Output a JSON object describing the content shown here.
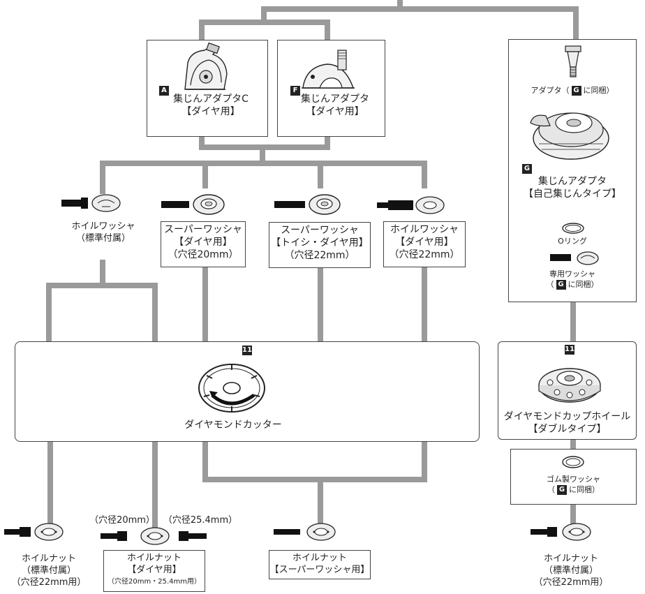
{
  "dust_adapter_c": {
    "badge": "A",
    "name": "集じんアダプタC",
    "sub": "【ダイヤ用】"
  },
  "dust_adapter": {
    "badge": "F",
    "name": "集じんアダプタ",
    "sub": "【ダイヤ用】"
  },
  "adapter_g": {
    "pre": "アダプタ（",
    "badge": "G",
    "post": "に同梱）"
  },
  "self_dust_adapter": {
    "badge": "G",
    "name": "集じんアダプタ",
    "sub": "【自己集じんタイプ】"
  },
  "o_ring": {
    "name": "Oリング"
  },
  "special_washer": {
    "name": "専用ワッシャ",
    "pre": "（",
    "badge": "G",
    "post": "に同梱）"
  },
  "wheel_washer_std": {
    "name": "ホイルワッシャ",
    "sub": "（標準付属）"
  },
  "super_washer_dia": {
    "name": "スーパーワッシャ",
    "sub": "【ダイヤ用】",
    "hole": "（穴径20mm）"
  },
  "super_washer_toishi": {
    "name": "スーパーワッシャ",
    "sub": "【トイシ・ダイヤ用】",
    "hole": "（穴径22mm）"
  },
  "wheel_washer_dia": {
    "name": "ホイルワッシャ",
    "sub": "【ダイヤ用】",
    "hole": "（穴径22mm）"
  },
  "diamond_cutter": {
    "badge": "11",
    "name": "ダイヤモンドカッター"
  },
  "diamond_cup": {
    "badge": "11",
    "name": "ダイヤモンドカップホイール",
    "sub": "【ダブルタイプ】"
  },
  "rubber_washer": {
    "name": "ゴム製ワッシャ",
    "pre": "（",
    "badge": "G",
    "post": "に同梱）"
  },
  "wheel_nut_std_left": {
    "name": "ホイルナット",
    "sub": "（標準付属）",
    "hole": "（穴径22mm用）"
  },
  "wheel_nut_dia": {
    "hole_left": "（穴径20mm）",
    "hole_right": "（穴径25.4mm）",
    "name": "ホイルナット",
    "sub": "【ダイヤ用】",
    "hole": "（穴径20mm・25.4mm用）"
  },
  "wheel_nut_super": {
    "name": "ホイルナット",
    "sub": "【スーパーワッシャ用】"
  },
  "wheel_nut_std_right": {
    "name": "ホイルナット",
    "sub": "（標準付属）",
    "hole": "（穴径22mm用）"
  }
}
